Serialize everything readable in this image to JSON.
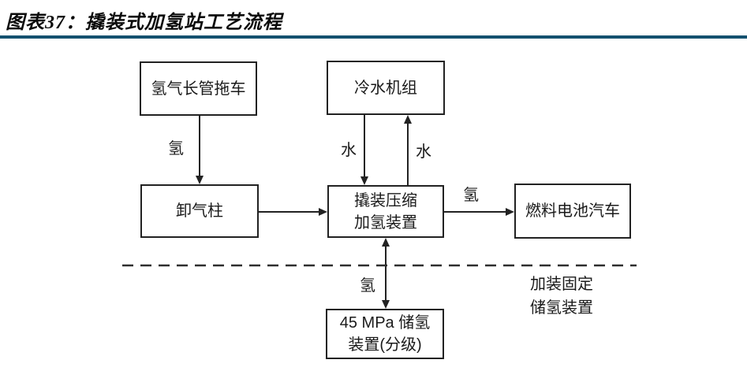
{
  "title": "图表37：撬装式加氢站工艺流程",
  "colors": {
    "rule": "#14516f",
    "line": "#222222",
    "title_text": "#0b0b0b"
  },
  "diagram": {
    "nodes": {
      "trailer": "氢气长管拖车",
      "chiller": "冷水机组",
      "unloading_column": "卸气柱",
      "compressor": "撬装压缩\n加氢装置",
      "fuel_cell_vehicle": "燃料电池汽车",
      "storage": "45 MPa 储氢\n装置(分级)"
    },
    "edge_labels": {
      "hydrogen_to_unloading": "氢",
      "water_supply": "水",
      "water_return": "水",
      "hydrogen_to_vehicle": "氢",
      "hydrogen_to_storage": "氢"
    },
    "annotation": "加装固定\n储氢装置"
  }
}
